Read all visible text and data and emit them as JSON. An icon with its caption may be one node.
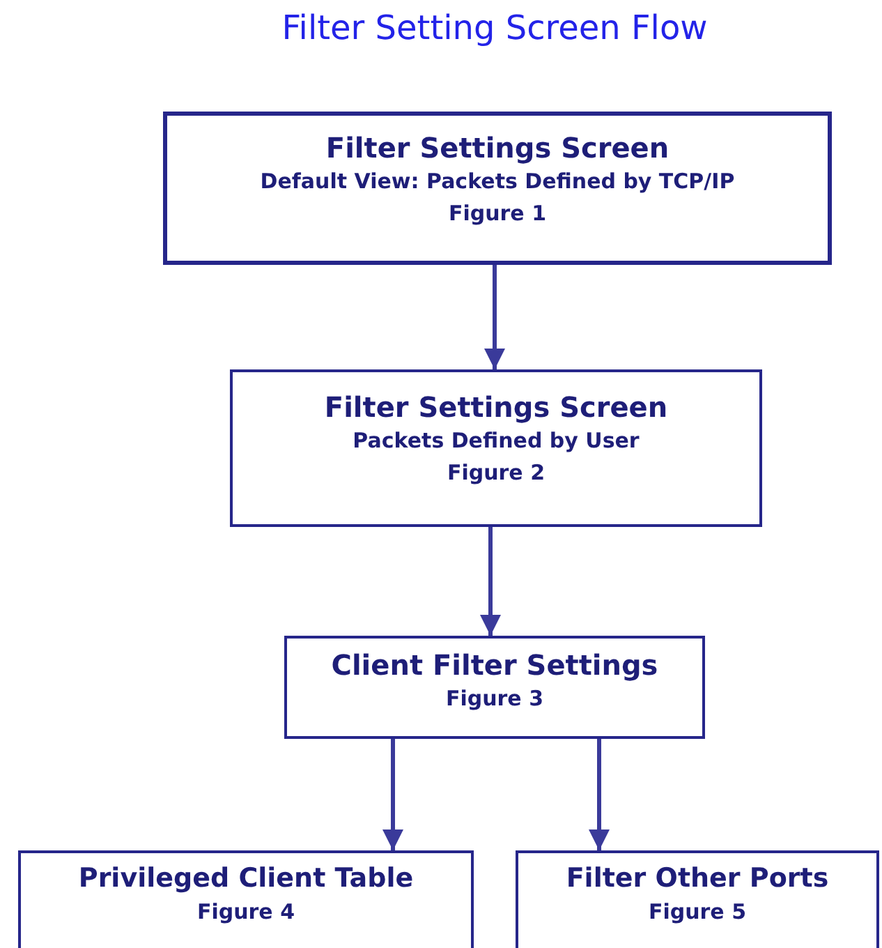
{
  "diagram": {
    "title": "Filter Setting Screen Flow",
    "nodes": [
      {
        "text": [
          "Filter Settings Screen",
          "Default View: Packets Defined by TCP/IP",
          "Figure 1"
        ]
      },
      {
        "text": [
          "Filter Settings Screen",
          "Packets Defined by User",
          "Figure 2"
        ]
      },
      {
        "text": [
          "Client Filter Settings",
          "Figure 3"
        ]
      },
      {
        "text": [
          "Privileged Client Table",
          "Figure 4"
        ]
      },
      {
        "text": [
          "Filter Other Ports",
          "Figure 5"
        ]
      }
    ],
    "edges": [
      {
        "from": 0,
        "to": 1,
        "arrow": "to"
      },
      {
        "from": 1,
        "to": 2,
        "arrow": "to"
      },
      {
        "from": 2,
        "to": 3,
        "arrow": "to"
      },
      {
        "from": 2,
        "to": 4,
        "arrow": "to"
      }
    ]
  }
}
